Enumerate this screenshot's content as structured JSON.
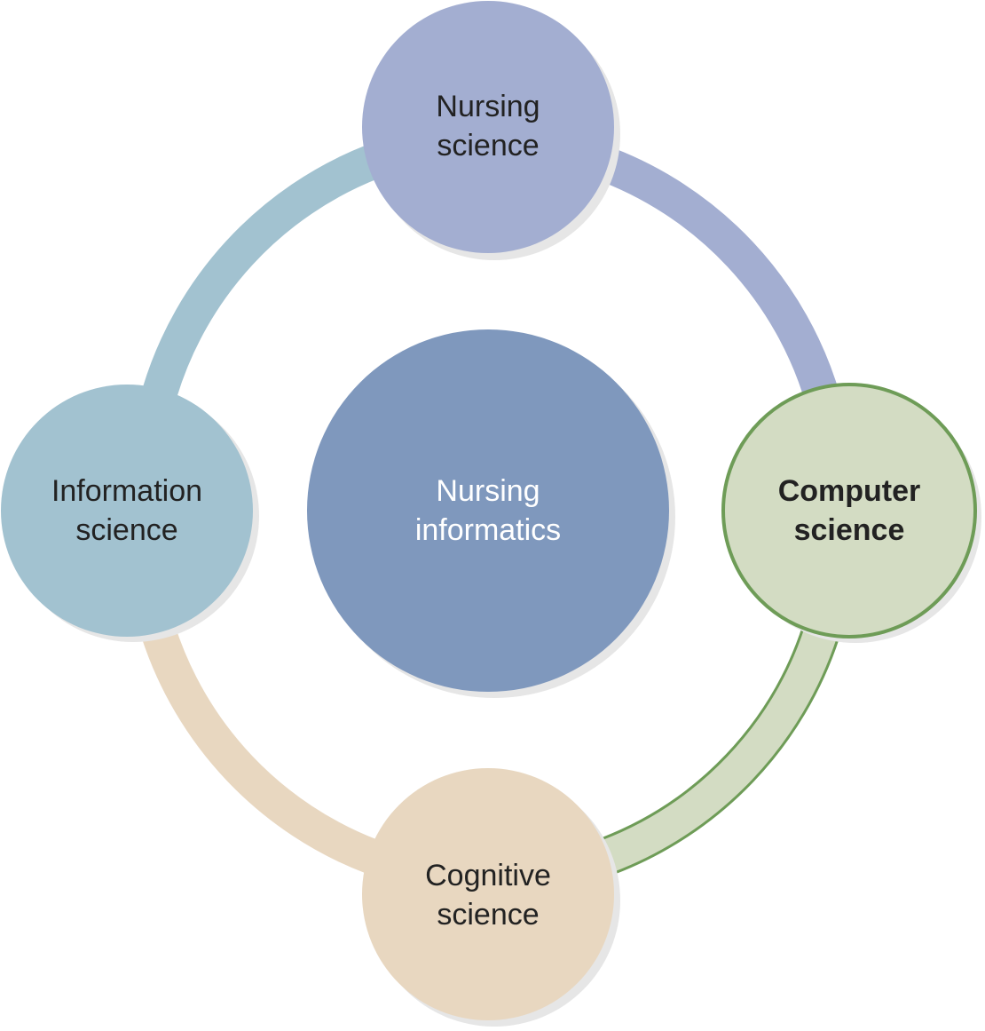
{
  "colors": {
    "nursing_science": "#a3aed1",
    "computer_science_fill": "#d3dcc3",
    "computer_science_border": "#6e9c57",
    "cognitive_science": "#e8d7c0",
    "information_science": "#a2c2d0",
    "nursing_informatics": "#7f98bd",
    "text_dark": "#222222",
    "text_light": "#ffffff"
  },
  "center": {
    "line1": "Nursing",
    "line2": "informatics"
  },
  "nodes": {
    "nursing_science": {
      "line1": "Nursing",
      "line2": "science"
    },
    "computer_science": {
      "line1": "Computer",
      "line2": "science"
    },
    "cognitive_science": {
      "line1": "Cognitive",
      "line2": "science"
    },
    "information_science": {
      "line1": "Information",
      "line2": "science"
    }
  }
}
